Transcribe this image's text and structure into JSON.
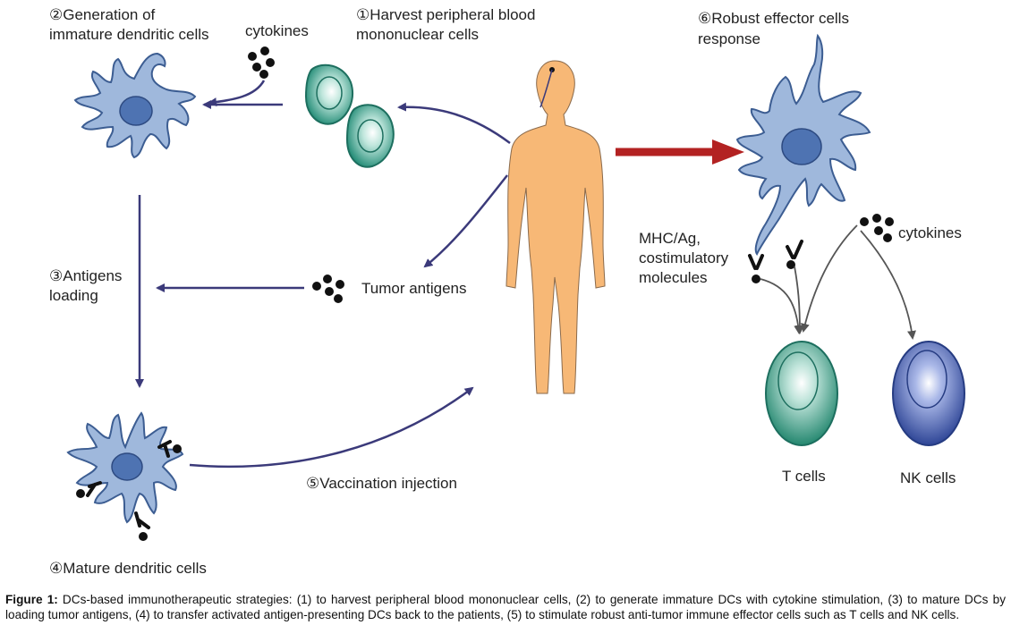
{
  "labels": {
    "step1_line1": "①Harvest peripheral blood",
    "step1_line2": "mononuclear cells",
    "step2_line1": "②Generation of",
    "step2_line2": "immature dendritic cells",
    "cytokines_left": "cytokines",
    "step3_line1": "③Antigens",
    "step3_line2": "loading",
    "tumor_antigens": "Tumor antigens",
    "step4": "④Mature dendritic cells",
    "step5": "⑤Vaccination injection",
    "step6_line1": "⑥Robust effector cells",
    "step6_line2": "response",
    "mhc_line1": "MHC/Ag,",
    "mhc_line2": "costimulatory",
    "mhc_line3": "molecules",
    "cytokines_right": "cytokines",
    "t_cells": "T cells",
    "nk_cells": "NK cells"
  },
  "caption": {
    "label": "Figure 1:",
    "text": " DCs-based immunotherapeutic strategies: (1) to harvest peripheral blood mononuclear cells, (2) to generate immature DCs with cytokine stimulation, (3) to mature DCs by loading tumor antigens, (4) to transfer activated antigen-presenting DCs back to the patients, (5) to stimulate robust anti-tumor immune effector cells such as T cells and NK cells."
  },
  "colors": {
    "arrow": "#3b3a7a",
    "red_arrow": "#b32222",
    "dc_fill": "#9fb8dc",
    "dc_stroke": "#3c5d92",
    "nucleus": "#4e73b2",
    "pbmc": "#2f9a85",
    "t_cell": "#2e9a82",
    "nk_cell": "#3b54a8",
    "body": "#f7b876",
    "body_stroke": "#8a6a4c"
  }
}
